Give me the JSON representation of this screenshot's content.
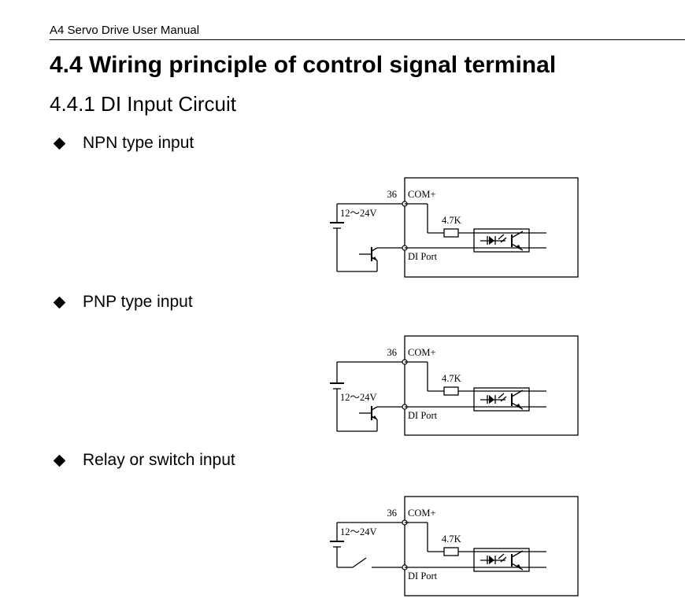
{
  "header": {
    "running_title": "A4 Servo Drive User Manual"
  },
  "section": {
    "title": "4.4 Wiring principle of control signal terminal",
    "subsection": "4.4.1 DI Input Circuit"
  },
  "circuits": [
    {
      "heading": "NPN type input",
      "pin": "36",
      "com_label": "COM+",
      "supply_label": "12～24V",
      "resistor_label": "4.7K",
      "port_label": "DI Port"
    },
    {
      "heading": "PNP type input",
      "pin": "36",
      "com_label": "COM+",
      "supply_label": "12～24V",
      "resistor_label": "4.7K",
      "port_label": "DI Port"
    },
    {
      "heading": "Relay or switch input",
      "pin": "36",
      "com_label": "COM+",
      "supply_label": "12～24V",
      "resistor_label": "4.7K",
      "port_label": "DI Port"
    }
  ]
}
